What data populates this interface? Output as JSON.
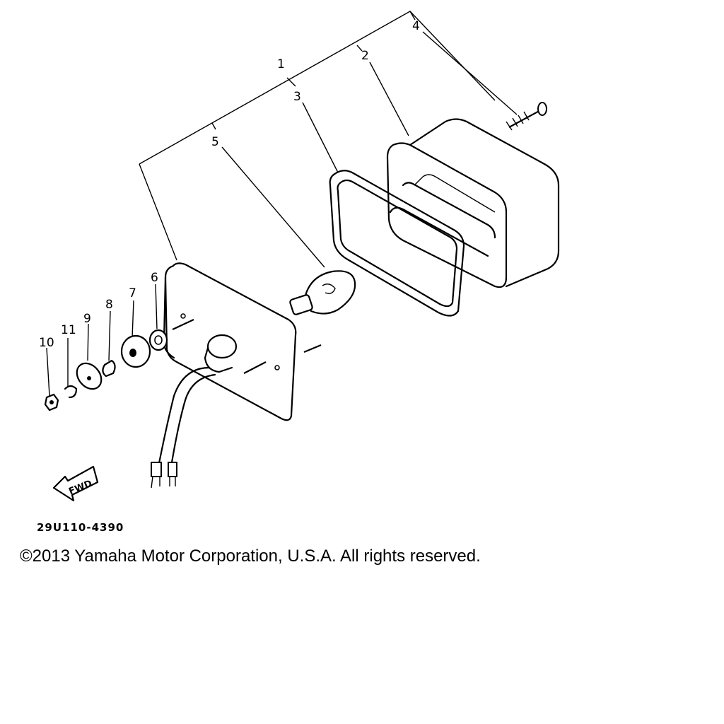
{
  "diagram": {
    "callouts": [
      {
        "id": "1",
        "label": "1"
      },
      {
        "id": "2",
        "label": "2"
      },
      {
        "id": "3",
        "label": "3"
      },
      {
        "id": "4",
        "label": "4"
      },
      {
        "id": "5",
        "label": "5"
      },
      {
        "id": "6",
        "label": "6"
      },
      {
        "id": "7",
        "label": "7"
      },
      {
        "id": "8",
        "label": "8"
      },
      {
        "id": "9",
        "label": "9"
      },
      {
        "id": "10",
        "label": "10"
      },
      {
        "id": "11",
        "label": "11"
      }
    ],
    "direction_label": "FWD",
    "drawing_code": "29U110-4390"
  },
  "copyright": "©2013 Yamaha Motor Corporation, U.S.A. All rights reserved."
}
